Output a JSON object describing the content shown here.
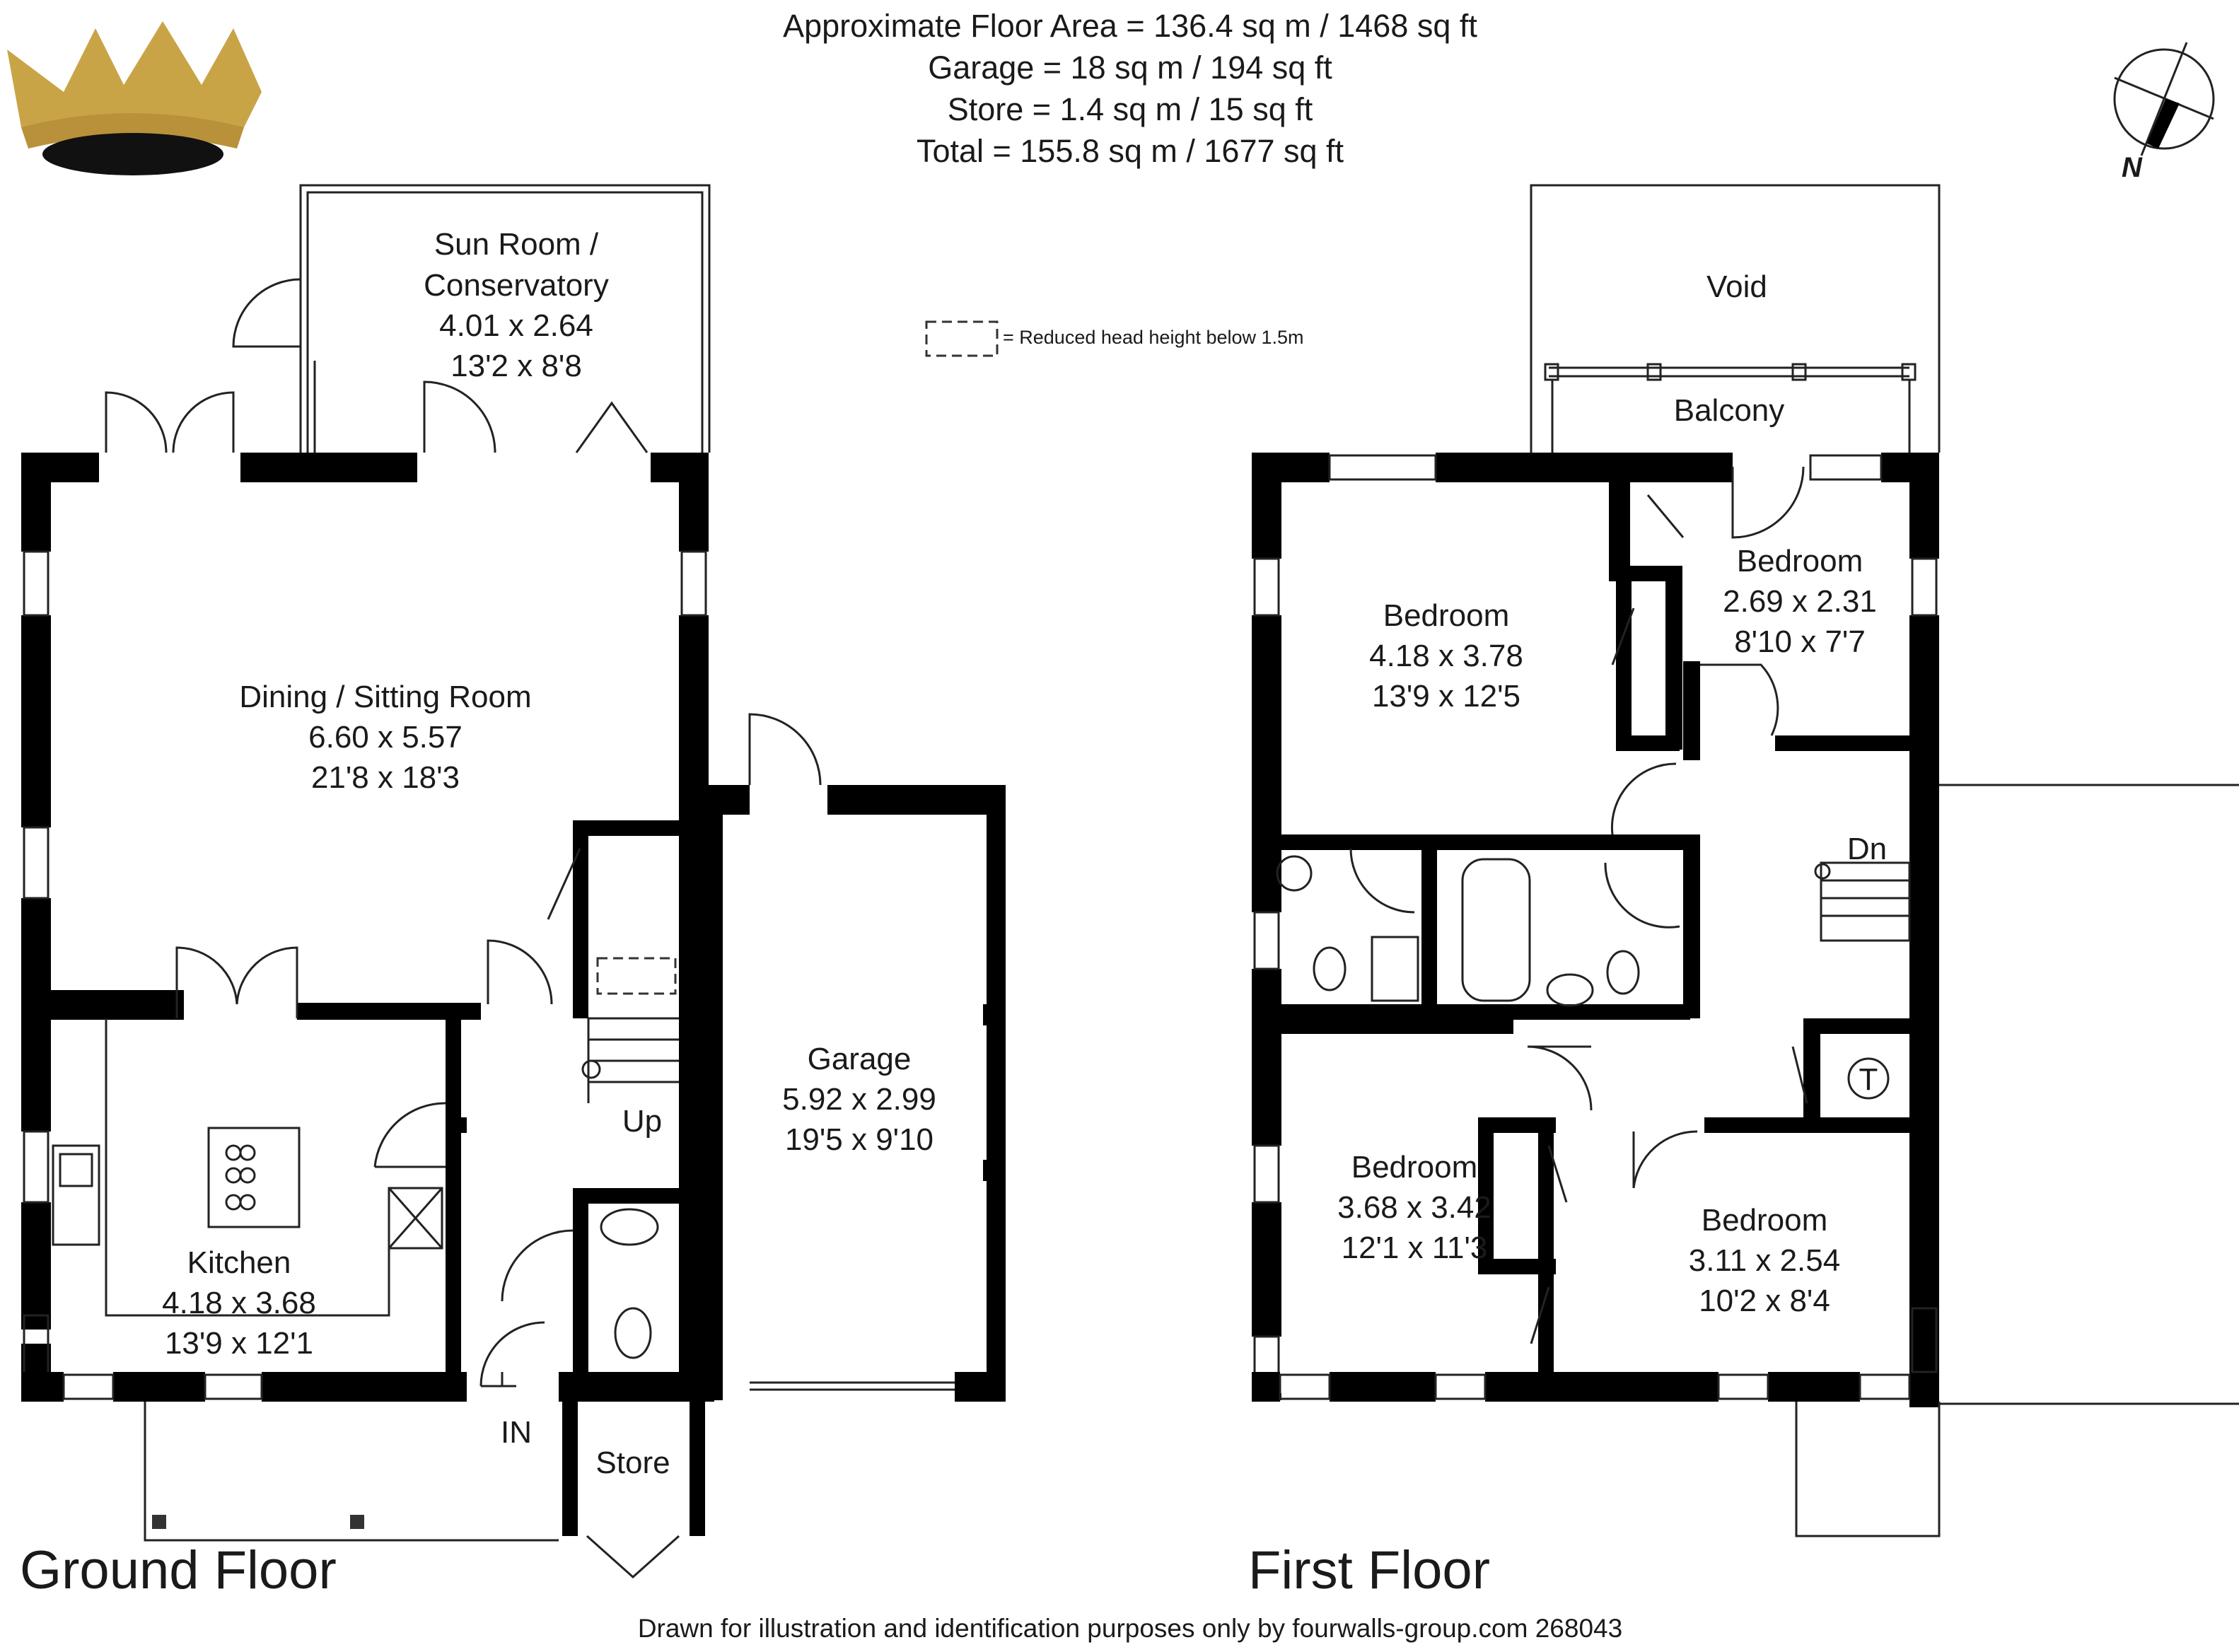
{
  "floor_area": {
    "approx": "Approximate Floor Area = 136.4 sq m / 1468 sq ft",
    "garage": "Garage = 18 sq m / 194 sq ft",
    "store": "Store = 1.4 sq m / 15 sq ft",
    "total": "Total = 155.8 sq m / 1677 sq ft"
  },
  "legend": {
    "reduced_head": "= Reduced head height below 1.5m"
  },
  "compass": {
    "label": "N"
  },
  "ground_floor": {
    "title": "Ground Floor",
    "sun_room": {
      "name1": "Sun Room /",
      "name2": "Conservatory",
      "metric": "4.01 x 2.64",
      "imperial": "13'2 x 8'8"
    },
    "dining": {
      "name": "Dining / Sitting Room",
      "metric": "6.60 x 5.57",
      "imperial": "21'8 x 18'3"
    },
    "kitchen": {
      "name": "Kitchen",
      "metric": "4.18 x 3.68",
      "imperial": "13'9 x 12'1"
    },
    "garage": {
      "name": "Garage",
      "metric": "5.92 x 2.99",
      "imperial": "19'5 x 9'10"
    },
    "store": {
      "name": "Store"
    },
    "up": "Up",
    "entry": "IN"
  },
  "first_floor": {
    "title": "First Floor",
    "void": "Void",
    "balcony": "Balcony",
    "bedroom1": {
      "name": "Bedroom",
      "metric": "4.18 x 3.78",
      "imperial": "13'9 x 12'5"
    },
    "bedroom2": {
      "name": "Bedroom",
      "metric": "2.69 x 2.31",
      "imperial": "8'10 x 7'7"
    },
    "bedroom3": {
      "name": "Bedroom",
      "metric": "3.68 x 3.42",
      "imperial": "12'1 x 11'3"
    },
    "bedroom4": {
      "name": "Bedroom",
      "metric": "3.11 x 2.54",
      "imperial": "10'2 x 8'4"
    },
    "down": "Dn",
    "tank": "T"
  },
  "footer": "Drawn for illustration and identification purposes only by fourwalls-group.com 268043"
}
